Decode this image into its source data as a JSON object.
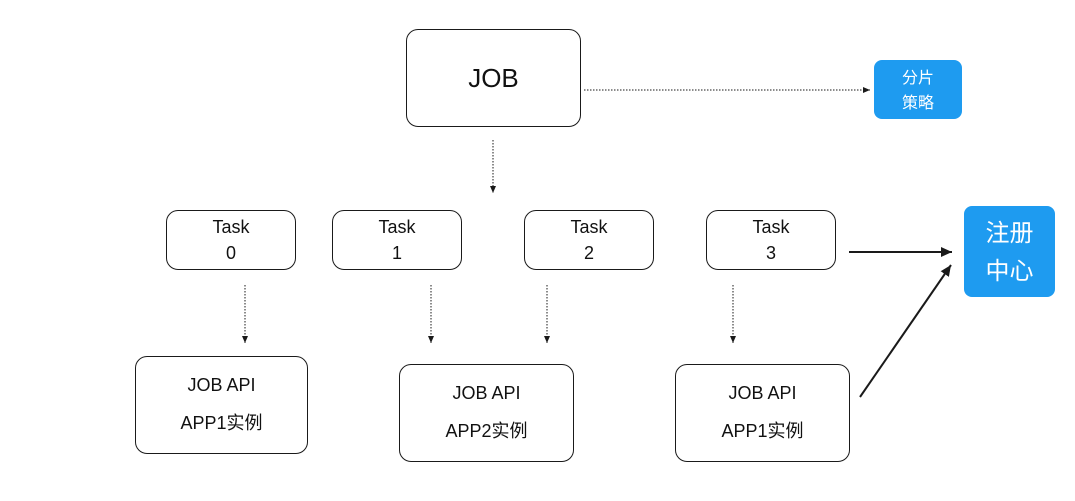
{
  "diagram": {
    "job": {
      "label": "JOB"
    },
    "shard_strategy": {
      "line1": "分片",
      "line2": "策略",
      "color": "#1e9bf0"
    },
    "registry_center": {
      "line1": "注册",
      "line2": "中心",
      "color": "#1e9bf0"
    },
    "tasks": [
      {
        "line1": "Task",
        "line2": "0"
      },
      {
        "line1": "Task",
        "line2": "1"
      },
      {
        "line1": "Task",
        "line2": "2"
      },
      {
        "line1": "Task",
        "line2": "3"
      }
    ],
    "instances": [
      {
        "line1": "JOB  API",
        "line2": "APP1实例"
      },
      {
        "line1": "JOB  API",
        "line2": "APP2实例"
      },
      {
        "line1": "JOB  API",
        "line2": "APP1实例"
      }
    ]
  }
}
